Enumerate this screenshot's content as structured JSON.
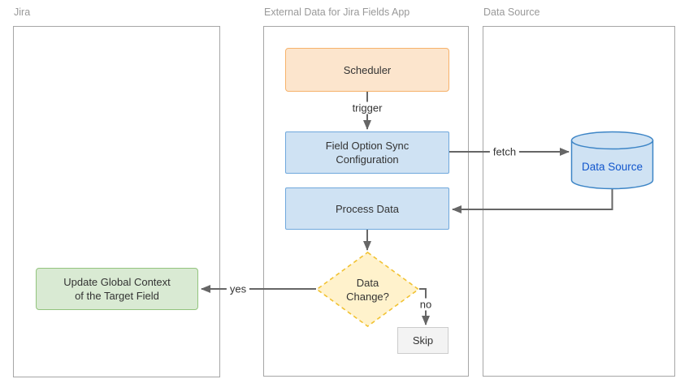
{
  "lanes": [
    {
      "label": "Jira"
    },
    {
      "label": "External Data for Jira Fields App"
    },
    {
      "label": "Data Source"
    }
  ],
  "nodes": {
    "scheduler": {
      "label": "Scheduler"
    },
    "field_option_sync": {
      "line1": "Field Option Sync",
      "line2": "Configuration"
    },
    "process_data": {
      "label": "Process Data"
    },
    "data_change": {
      "line1": "Data",
      "line2": "Change?"
    },
    "update_global_context": {
      "line1": "Update Global Context",
      "line2": "of the Target Field"
    },
    "skip": {
      "label": "Skip"
    },
    "data_source_db": {
      "label": "Data Source"
    }
  },
  "edge_labels": {
    "trigger": "trigger",
    "fetch": "fetch",
    "yes": "yes",
    "no": "no"
  },
  "colors": {
    "scheduler_fill": "#FCE5CD",
    "scheduler_border": "#F6B26B",
    "process_fill": "#CFE2F3",
    "process_border": "#6FA8DC",
    "decision_fill": "#FFF2CC",
    "decision_border": "#F1C232",
    "success_fill": "#D9EAD3",
    "success_border": "#93C47D",
    "skip_fill": "#F3F3F3",
    "skip_border": "#CCCCCC",
    "db_fill": "#CFE2F3",
    "db_border": "#3D85C6",
    "db_text": "#1155CC",
    "arrow": "#666666",
    "lane_border": "#A6A6A6",
    "lane_label": "#999999"
  }
}
